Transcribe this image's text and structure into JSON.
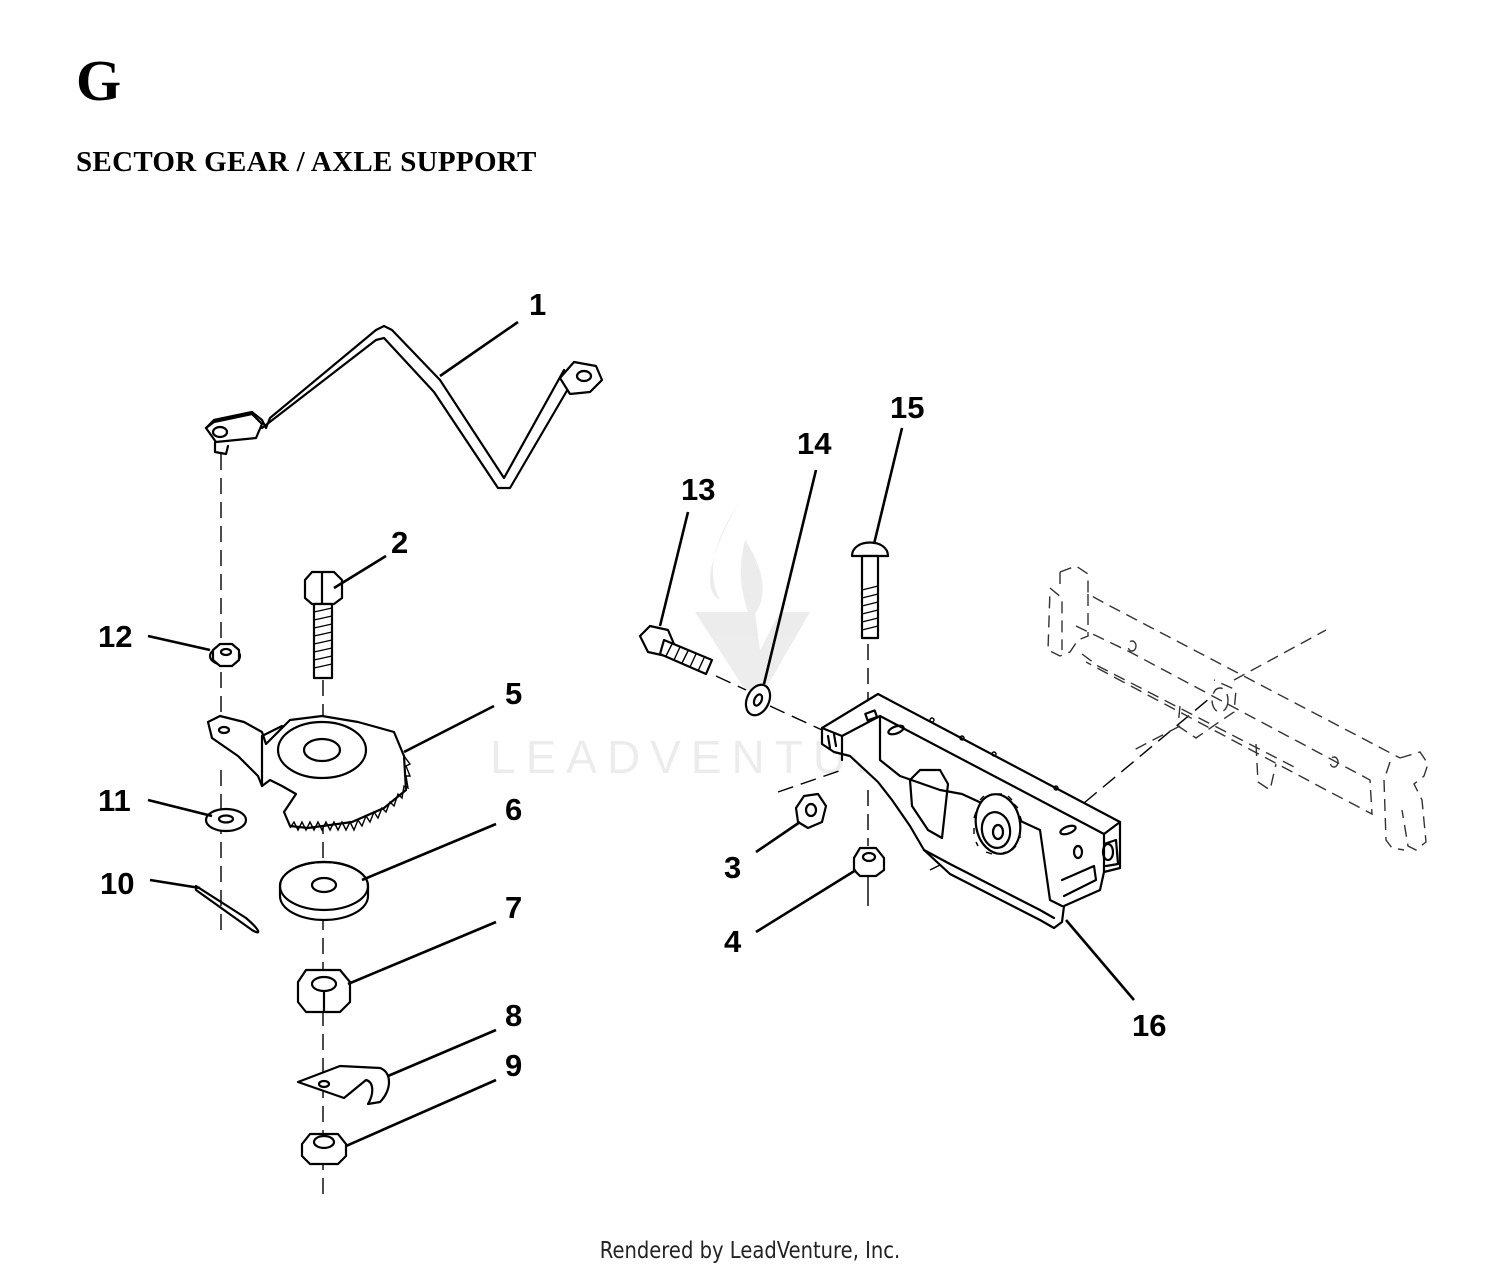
{
  "header": {
    "section_letter": "G",
    "section_title": "SECTOR GEAR / AXLE SUPPORT"
  },
  "diagram": {
    "callouts": [
      {
        "id": "1",
        "label": "1"
      },
      {
        "id": "2",
        "label": "2"
      },
      {
        "id": "3",
        "label": "3"
      },
      {
        "id": "4",
        "label": "4"
      },
      {
        "id": "5",
        "label": "5"
      },
      {
        "id": "6",
        "label": "6"
      },
      {
        "id": "7",
        "label": "7"
      },
      {
        "id": "8",
        "label": "8"
      },
      {
        "id": "9",
        "label": "9"
      },
      {
        "id": "10",
        "label": "10"
      },
      {
        "id": "11",
        "label": "11"
      },
      {
        "id": "12",
        "label": "12"
      },
      {
        "id": "13",
        "label": "13"
      },
      {
        "id": "14",
        "label": "14"
      },
      {
        "id": "15",
        "label": "15"
      },
      {
        "id": "16",
        "label": "16"
      }
    ],
    "watermark": "LEADVENTURE"
  },
  "footer": {
    "text": "Rendered by LeadVenture, Inc."
  }
}
